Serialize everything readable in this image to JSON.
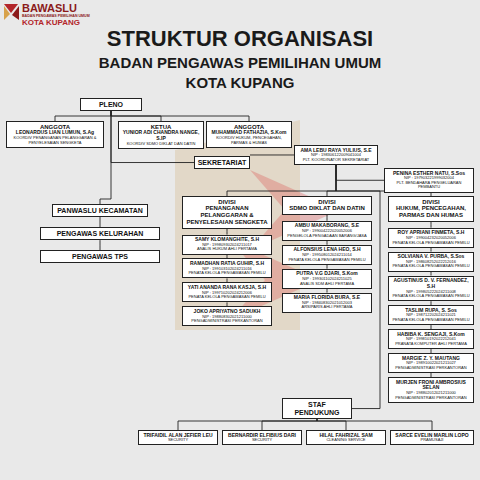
{
  "diagram": {
    "title": "STRUKTUR ORGANISASI",
    "nodes": [
      {
        "text": [
          "PLENO"
        ]
      },
      {
        "text": [
          "ANGGOTA",
          "LEONARDUS LIAN LUMUN, S.Ag",
          "KOORDIV PENANGANAN PELANGGARAN & PENYELESAIAN SENGKETA"
        ]
      },
      {
        "text": [
          "KETUA",
          "YUNIOR ADI CHANDRA NANGE, S.IP",
          "KOORDIV SDMO DIKLAT DAN DATIN"
        ]
      },
      {
        "text": [
          "ANGGOTA",
          "MUHAMMAD FATHAZIA, S.Kom",
          "KOORDIV HUKUM, PENCEGAHAN, PARMAS & HUMAS"
        ]
      },
      {
        "text": [
          "SEKRETARIAT"
        ]
      },
      {
        "text": [
          "AMA LEBU RAYA YULIUS, S.E",
          "NIP : 198306122009041004",
          "PLT. KOORDINATOR SEKRETARIAT"
        ]
      },
      {
        "text": [
          "PENINA ESTHER NATU, S.Sos",
          "NIP : 197903221999032004",
          "PLT. BENDAHARA PENGELUARAN PEMBANTU"
        ]
      },
      {
        "text": [
          "PANWASLU KECAMATAN"
        ]
      },
      {
        "text": [
          "PENGAWAS KELURAHAN"
        ]
      },
      {
        "text": [
          "PENGAWAS TPS"
        ]
      },
      {
        "text": [
          "DIVISI",
          "PENANGANAN PELANGGARAN & PENYELESAIAN SENGKETA"
        ]
      },
      {
        "text": [
          "DIVISI",
          "SDMO DIKLAT DAN DATIN"
        ]
      },
      {
        "text": [
          "DIVISI",
          "HUKUM, PENCEGAHAN, PARMAS DAN HUMAS"
        ]
      },
      {
        "text": [
          "SAMY KLOMANGHITE, S.H",
          "NIP : 199809302024211017",
          "ANALIS HUKUM AHLI PERTAMA"
        ]
      },
      {
        "text": [
          "RAMADHAN RATIA GUHIR, S.H",
          "NIP : 199103102024211016",
          "PENATA KELOLA PENGAWASAN PEMILU"
        ]
      },
      {
        "text": [
          "YATI ANANDA RANA KASJA, S.H",
          "NIP : 199710202024212006",
          "PENATA KELOLA PENGAWASAN PEMILU"
        ]
      },
      {
        "text": [
          "JOKO APRIYATNO SADUKH",
          "NIP : 198808302021211000",
          "PENGADMINISTRASI PERKANTORAN"
        ]
      },
      {
        "text": [
          "AMBU MAKABORANG, S.E",
          "NIP : 199004222020052006",
          "PENGELOLA PENGADAAN BARANG/JASA"
        ]
      },
      {
        "text": [
          "ALFONSIUS LENA HEO, S.H",
          "NIP : 199508012024211014",
          "PENATA KELOLA PENGAWASAN PEMILU"
        ]
      },
      {
        "text": [
          "PUTRA V.G DJARI, S.Kom",
          "NIP : 199301102024211025",
          "ANALIS SDM AHLI PERTAMA"
        ]
      },
      {
        "text": [
          "MARIA FLORIDA BURA, S.E",
          "NIP : 198408302021012003",
          "ARSIPARIS AHLI PERTAMA"
        ]
      },
      {
        "text": [
          "ROY APRIANI FINMETA, S.H",
          "NIP : 199004232020052006",
          "PENATA KELOLA PENGAWASAN PEMILU"
        ]
      },
      {
        "text": [
          "SOLVIANA V. PURBA, S.Sos",
          "NIP : 198608252022212016",
          "PENATA KELOLA PENGAWASAN PEMILU"
        ]
      },
      {
        "text": [
          "AGUSTINUS D. V. FERNANDEZ, S.H",
          "NIP : 199805222024211008",
          "PENATA KELOLA PENGAWASAN PEMILU"
        ]
      },
      {
        "text": [
          "TASLIM RUPA, S. Sos",
          "NIP : 198712202024211021",
          "PENATA KELOLA PENGAWASAN PEMILU"
        ]
      },
      {
        "text": [
          "HABIBA K. SENGAJI, S.Kom",
          "NIP : 199810192022212041",
          "PRANATA KOMPUTER AHLI PERTAMA"
        ]
      },
      {
        "text": [
          "MARGIE Z. Y. MAUTANG",
          "NIP : 198910022021211027",
          "PENGADMINISTRASI PERKANTORAN"
        ]
      },
      {
        "text": [
          "MURJEN FRONI AMBROSIUS SELAN",
          "NIP : 198802012021211000",
          "PENGADMINISTRASI PERKANTORAN"
        ]
      },
      {
        "text": [
          "STAF PENDUKUNG"
        ]
      },
      {
        "text": [
          "TRIFAIDIL ALAN JEFIER LEU",
          "SECURITY"
        ]
      },
      {
        "text": [
          "BERNARDIR ELFIBIUS DARI",
          "SECURITY"
        ]
      },
      {
        "text": [
          "HILAL FAHRIZAL SAM",
          "CLEANING SERVICE"
        ]
      },
      {
        "text": [
          "SARCE EVELIN MARLIN LOPO",
          "PRAMUSAJI"
        ]
      }
    ],
    "edges": [
      {
        "from": 0,
        "to": 1,
        "arrow": "none"
      },
      {
        "from": 0,
        "to": 2,
        "arrow": "none"
      },
      {
        "from": 0,
        "to": 3,
        "arrow": "none"
      },
      {
        "from": 0,
        "to": 4,
        "arrow": "none"
      },
      {
        "from": 0,
        "to": 7,
        "arrow": "none"
      },
      {
        "from": 4,
        "to": 5,
        "arrow": "none"
      },
      {
        "from": 5,
        "to": 6,
        "arrow": "none"
      },
      {
        "from": 5,
        "to": 10,
        "arrow": "none"
      },
      {
        "from": 5,
        "to": 11,
        "arrow": "none"
      },
      {
        "from": 5,
        "to": 12,
        "arrow": "none"
      },
      {
        "from": 5,
        "to": 28,
        "arrow": "none"
      },
      {
        "from": 7,
        "to": 8,
        "arrow": "none"
      },
      {
        "from": 8,
        "to": 9,
        "arrow": "none"
      },
      {
        "from": 10,
        "to": 13,
        "arrow": "none"
      },
      {
        "from": 13,
        "to": 14,
        "arrow": "none"
      },
      {
        "from": 14,
        "to": 15,
        "arrow": "none"
      },
      {
        "from": 15,
        "to": 16,
        "arrow": "none"
      },
      {
        "from": 11,
        "to": 17,
        "arrow": "none"
      },
      {
        "from": 17,
        "to": 18,
        "arrow": "none"
      },
      {
        "from": 18,
        "to": 19,
        "arrow": "none"
      },
      {
        "from": 19,
        "to": 20,
        "arrow": "none"
      },
      {
        "from": 12,
        "to": 21,
        "arrow": "none"
      },
      {
        "from": 21,
        "to": 22,
        "arrow": "none"
      },
      {
        "from": 22,
        "to": 23,
        "arrow": "none"
      },
      {
        "from": 23,
        "to": 24,
        "arrow": "none"
      },
      {
        "from": 24,
        "to": 25,
        "arrow": "none"
      },
      {
        "from": 25,
        "to": 26,
        "arrow": "none"
      },
      {
        "from": 26,
        "to": 27,
        "arrow": "none"
      },
      {
        "from": 28,
        "to": 29,
        "arrow": "none"
      },
      {
        "from": 28,
        "to": 30,
        "arrow": "none"
      },
      {
        "from": 28,
        "to": 31,
        "arrow": "none"
      },
      {
        "from": 28,
        "to": 32,
        "arrow": "none"
      }
    ],
    "labels": [
      "BAWASLU",
      "BADAN PENGAWAS PEMILIHAN UMUM",
      "KOTA KUPANG",
      "BADAN PENGAWAS PEMILIHAN UMUM",
      "KOTA KUPANG"
    ]
  }
}
